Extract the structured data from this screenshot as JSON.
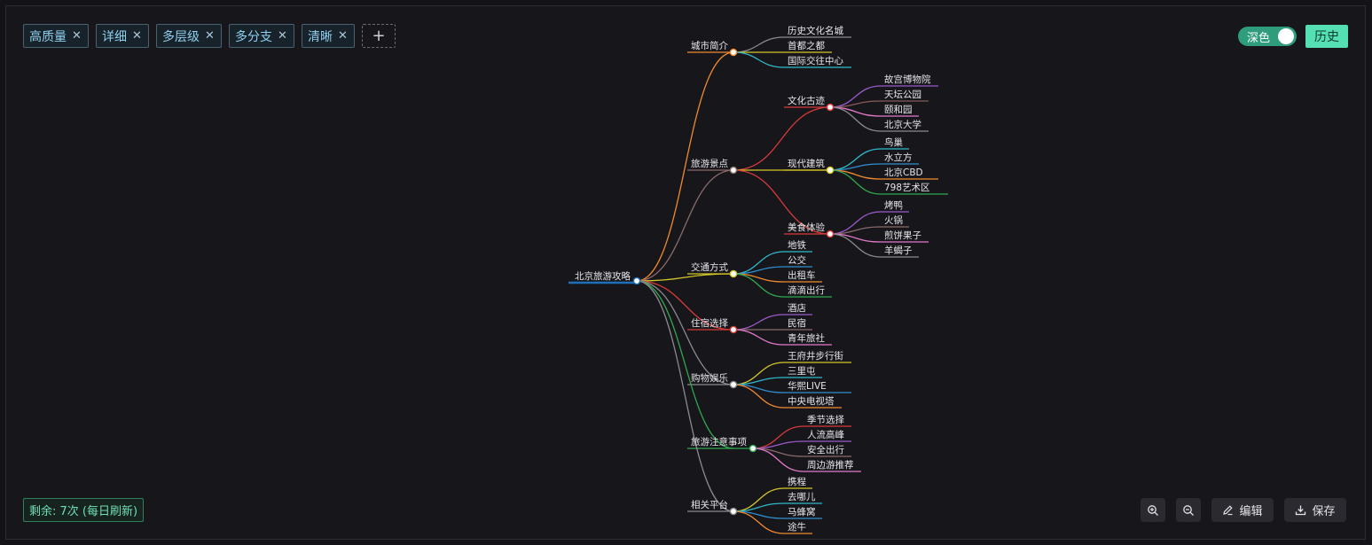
{
  "tags": [
    {
      "label": "高质量"
    },
    {
      "label": "详细"
    },
    {
      "label": "多层级"
    },
    {
      "label": "多分支"
    },
    {
      "label": "清晰"
    }
  ],
  "tag_remove_glyph": "✕",
  "add_tag_glyph": "+",
  "theme_toggle": {
    "label": "深色",
    "on": true
  },
  "history_label": "历史",
  "remaining_label": "剩余: 7次 (每日刷新)",
  "toolbar": {
    "zoom_in_icon": "zoom-in-icon",
    "zoom_out_icon": "zoom-out-icon",
    "edit_label": "编辑",
    "save_label": "保存"
  },
  "colors": {
    "accent": "#54e0b2",
    "toggle_on": "#2f9d7d",
    "tag_text": "#8fd0f0",
    "root_underline": "#1e6fb8"
  },
  "mindmap": {
    "root": "北京旅游攻略",
    "branches": [
      {
        "label": "城市简介",
        "color": "#f28a2e",
        "children": [
          {
            "label": "历史文化名城",
            "color": "#8a8a90"
          },
          {
            "label": "首都之都",
            "color": "#d4c62a"
          },
          {
            "label": "国际交往中心",
            "color": "#2fb8c9"
          }
        ]
      },
      {
        "label": "旅游景点",
        "color": "#8a6a6a",
        "children": [
          {
            "label": "文化古迹",
            "color": "#d63a3a",
            "children": [
              {
                "label": "故宫博物院",
                "color": "#9b59c9"
              },
              {
                "label": "天坛公园",
                "color": "#8a5a5a"
              },
              {
                "label": "颐和园",
                "color": "#e27ac9"
              },
              {
                "label": "北京大学",
                "color": "#8a8a90"
              }
            ]
          },
          {
            "label": "现代建筑",
            "color": "#d4c62a",
            "children": [
              {
                "label": "鸟巢",
                "color": "#2fb8c9"
              },
              {
                "label": "水立方",
                "color": "#2f8fd0"
              },
              {
                "label": "北京CBD",
                "color": "#f28a2e"
              },
              {
                "label": "798艺术区",
                "color": "#2fa84f"
              }
            ]
          },
          {
            "label": "美食体验",
            "color": "#d63a3a",
            "children": [
              {
                "label": "烤鸭",
                "color": "#9b59c9"
              },
              {
                "label": "火锅",
                "color": "#8a6a6a"
              },
              {
                "label": "煎饼果子",
                "color": "#e27ac9"
              },
              {
                "label": "羊蝎子",
                "color": "#8a8a90"
              }
            ]
          }
        ]
      },
      {
        "label": "交通方式",
        "color": "#d4c62a",
        "children": [
          {
            "label": "地铁",
            "color": "#2fb8c9"
          },
          {
            "label": "公交",
            "color": "#2f8fd0"
          },
          {
            "label": "出租车",
            "color": "#f28a2e"
          },
          {
            "label": "滴滴出行",
            "color": "#2fa84f"
          }
        ]
      },
      {
        "label": "住宿选择",
        "color": "#d63a3a",
        "children": [
          {
            "label": "酒店",
            "color": "#9b59c9"
          },
          {
            "label": "民宿",
            "color": "#8a6a6a"
          },
          {
            "label": "青年旅社",
            "color": "#e27ac9"
          }
        ]
      },
      {
        "label": "购物娱乐",
        "color": "#8a8a90",
        "children": [
          {
            "label": "王府井步行街",
            "color": "#d4c62a"
          },
          {
            "label": "三里屯",
            "color": "#2fb8c9"
          },
          {
            "label": "华熙LIVE",
            "color": "#2f8fd0"
          },
          {
            "label": "中央电视塔",
            "color": "#f28a2e"
          }
        ]
      },
      {
        "label": "旅游注意事项",
        "color": "#2fa84f",
        "children": [
          {
            "label": "季节选择",
            "color": "#d63a3a"
          },
          {
            "label": "人流高峰",
            "color": "#9b59c9"
          },
          {
            "label": "安全出行",
            "color": "#8a6a6a"
          },
          {
            "label": "周边游推荐",
            "color": "#e27ac9"
          }
        ]
      },
      {
        "label": "相关平台",
        "color": "#8a8a90",
        "children": [
          {
            "label": "携程",
            "color": "#d4c62a"
          },
          {
            "label": "去哪儿",
            "color": "#2fb8c9"
          },
          {
            "label": "马蜂窝",
            "color": "#2f8fd0"
          },
          {
            "label": "途牛",
            "color": "#f28a2e"
          }
        ]
      }
    ]
  }
}
